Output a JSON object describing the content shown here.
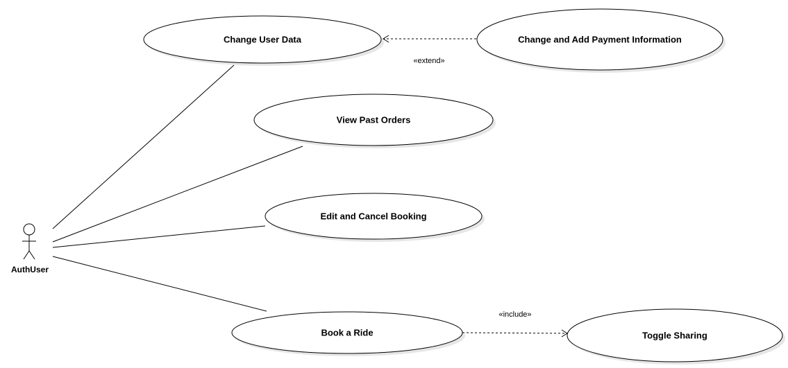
{
  "actor": {
    "name": "AuthUser"
  },
  "use_cases": {
    "change_user_data": "Change User Data",
    "change_payment": "Change and Add Payment Information",
    "view_past_orders": "View Past Orders",
    "edit_cancel_booking": "Edit and Cancel Booking",
    "book_ride": "Book a Ride",
    "toggle_sharing": "Toggle Sharing"
  },
  "relationships": {
    "extend_label": "«extend»",
    "include_label": "«include»"
  }
}
